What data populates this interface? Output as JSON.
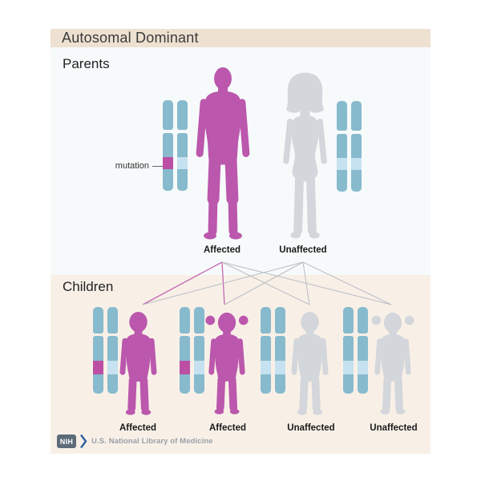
{
  "title": "Autosomal Dominant",
  "parents": {
    "heading": "Parents",
    "mutation_label": "mutation",
    "individuals": [
      {
        "id": "father",
        "sex": "male",
        "status": "Affected",
        "chromosome_bands": [
          "mutation",
          "normal"
        ]
      },
      {
        "id": "mother",
        "sex": "female",
        "status": "Unaffected",
        "chromosome_bands": [
          "normal",
          "normal"
        ]
      }
    ]
  },
  "children": {
    "heading": "Children",
    "individuals": [
      {
        "id": "child-1",
        "sex": "male",
        "status": "Affected",
        "chromosome_bands": [
          "mutation",
          "normal"
        ]
      },
      {
        "id": "child-2",
        "sex": "female",
        "status": "Affected",
        "chromosome_bands": [
          "mutation",
          "normal"
        ]
      },
      {
        "id": "child-3",
        "sex": "male",
        "status": "Unaffected",
        "chromosome_bands": [
          "normal",
          "normal"
        ]
      },
      {
        "id": "child-4",
        "sex": "female",
        "status": "Unaffected",
        "chromosome_bands": [
          "normal",
          "normal"
        ]
      }
    ]
  },
  "inheritance_lines": [
    {
      "from": "father",
      "to": "child-1",
      "type": "affected"
    },
    {
      "from": "father",
      "to": "child-2",
      "type": "affected"
    },
    {
      "from": "father",
      "to": "child-3",
      "type": "unaffected"
    },
    {
      "from": "father",
      "to": "child-4",
      "type": "unaffected"
    },
    {
      "from": "mother",
      "to": "child-1",
      "type": "unaffected"
    },
    {
      "from": "mother",
      "to": "child-2",
      "type": "unaffected"
    },
    {
      "from": "mother",
      "to": "child-3",
      "type": "unaffected"
    },
    {
      "from": "mother",
      "to": "child-4",
      "type": "unaffected"
    }
  ],
  "footer": {
    "logo_text": "NIH",
    "org_text": "U.S. National Library of Medicine"
  },
  "colors": {
    "affected": "#bb57ac",
    "unaffected": "#d3d6db",
    "mutation_band": "#bc4fa3",
    "normal_band": "#c6e1ef",
    "chromosome": "#87bacd",
    "affected_line": "#c468b3",
    "unaffected_line": "#b9bdc4",
    "title_bar_bg": "#eee1d1",
    "parents_bg": "#f6fafa",
    "children_bg": "#f8f0e7"
  }
}
